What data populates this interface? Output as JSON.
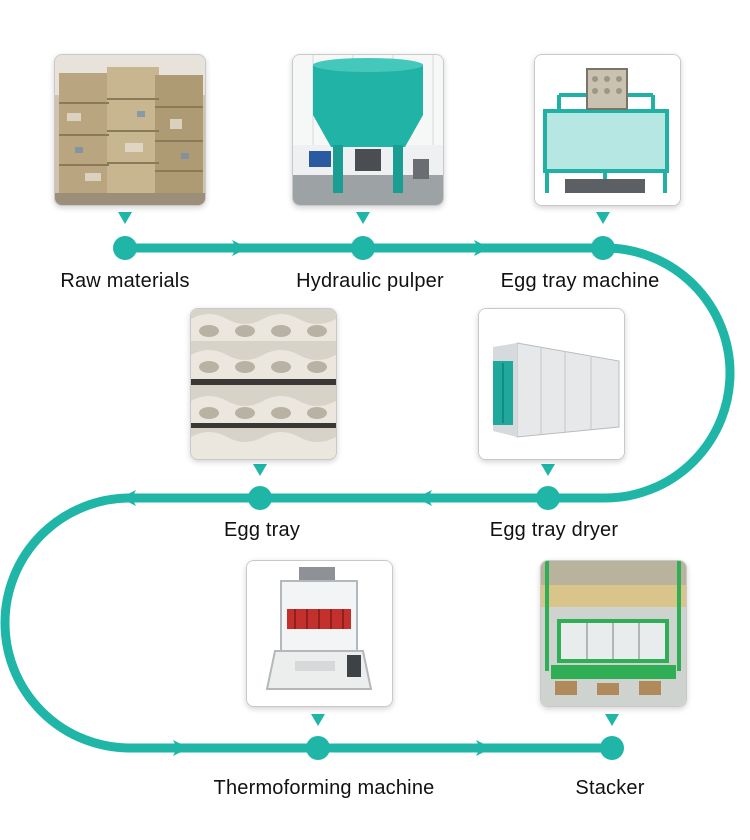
{
  "accent_color": "#1fb6a8",
  "steps": [
    {
      "label": "Raw materials",
      "image": "bales-of-waste-paper"
    },
    {
      "label": "Hydraulic pulper",
      "image": "pulper-tank"
    },
    {
      "label": "Egg tray machine",
      "image": "forming-machine"
    },
    {
      "label": "Egg tray dryer",
      "image": "drying-line"
    },
    {
      "label": "Egg tray",
      "image": "stacked-egg-trays"
    },
    {
      "label": "Thermoforming machine",
      "image": "hot-press"
    },
    {
      "label": "Stacker",
      "image": "stacking-conveyor"
    }
  ]
}
